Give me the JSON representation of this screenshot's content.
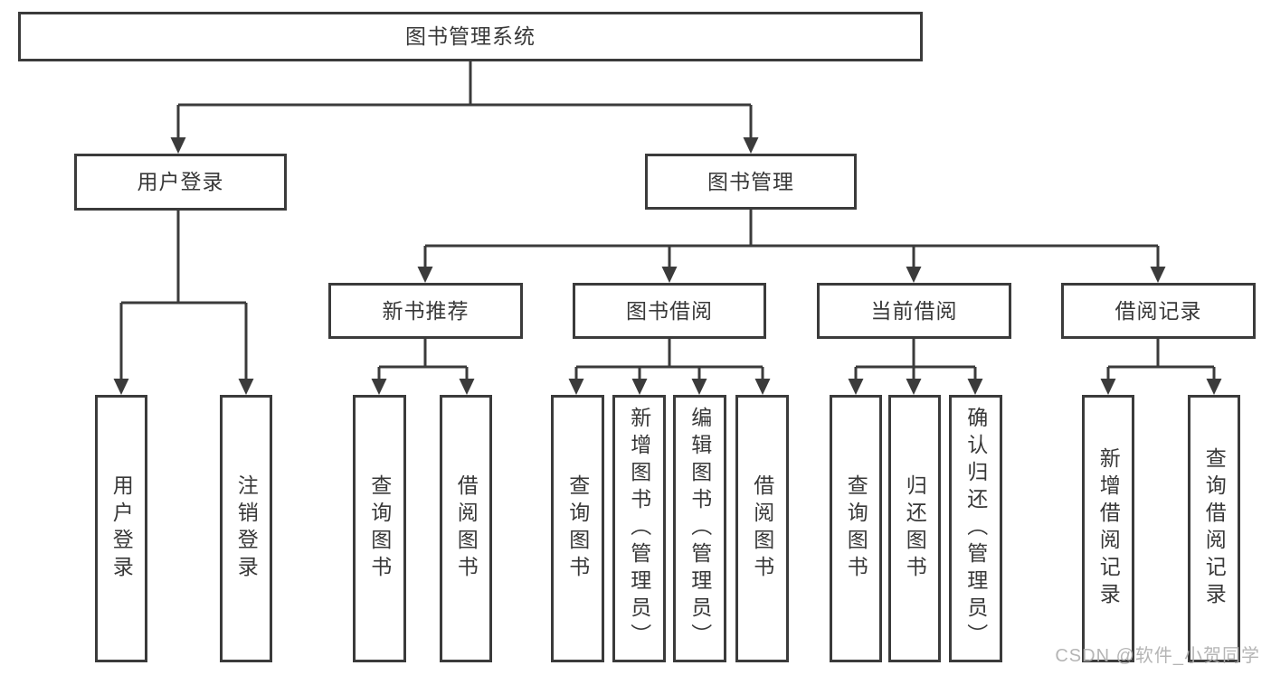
{
  "tree": {
    "label": "图书管理系统",
    "children": [
      {
        "label": "用户登录",
        "children": [
          {
            "label": "用户登录"
          },
          {
            "label": "注销登录"
          }
        ]
      },
      {
        "label": "图书管理",
        "children": [
          {
            "label": "新书推荐",
            "children": [
              {
                "label": "查询图书"
              },
              {
                "label": "借阅图书"
              }
            ]
          },
          {
            "label": "图书借阅",
            "children": [
              {
                "label": "查询图书"
              },
              {
                "label": "新增图书（管理员）"
              },
              {
                "label": "编辑图书（管理员）"
              },
              {
                "label": "借阅图书"
              }
            ]
          },
          {
            "label": "当前借阅",
            "children": [
              {
                "label": "查询图书"
              },
              {
                "label": "归还图书"
              },
              {
                "label": "确认归还（管理员）"
              }
            ]
          },
          {
            "label": "借阅记录",
            "children": [
              {
                "label": "新增借阅记录"
              },
              {
                "label": "查询借阅记录"
              }
            ]
          }
        ]
      }
    ]
  },
  "watermark": {
    "text": "CSDN @软件_小贺同学"
  },
  "colors": {
    "line": "#3b3b3b",
    "text": "#383838",
    "background": "#ffffff",
    "watermark": "#aeaeae"
  }
}
